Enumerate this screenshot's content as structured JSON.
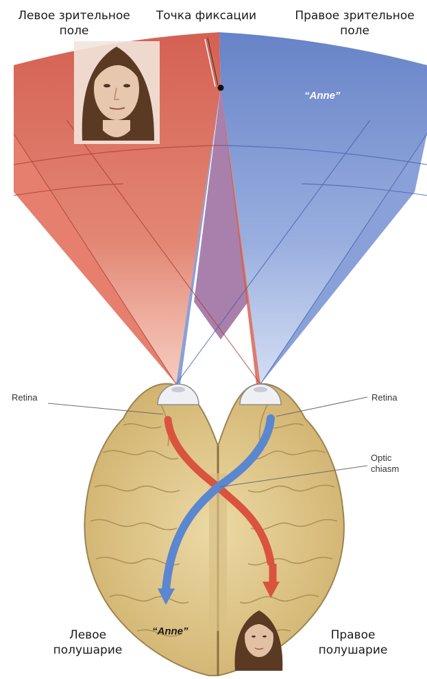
{
  "labels": {
    "left_field": "Левое зрительное поле",
    "left_field_line1": "Левое зрительное",
    "left_field_line2": "поле",
    "fixation_point": "Точка фиксации",
    "right_field_line1": "Правое зрительное",
    "right_field_line2": "поле",
    "field_word_anne": "“Anne”",
    "brain_word_anne": "“Anne”",
    "retina_left": "Retina",
    "retina_right": "Retina",
    "optic_chiasm_line1": "Optic",
    "optic_chiasm_line2": "chiasm",
    "left_hemisphere_line1": "Левое",
    "left_hemisphere_line2": "полушарие",
    "right_hemisphere_line1": "Правое",
    "right_hemisphere_line2": "полушарие"
  },
  "colors": {
    "left_field": "#d2584a",
    "right_field": "#5f7cc4",
    "red_pathway": "#d9533f",
    "blue_pathway": "#5b86d0",
    "brain": "#e3cc8c",
    "brain_outline": "#9b8350"
  }
}
